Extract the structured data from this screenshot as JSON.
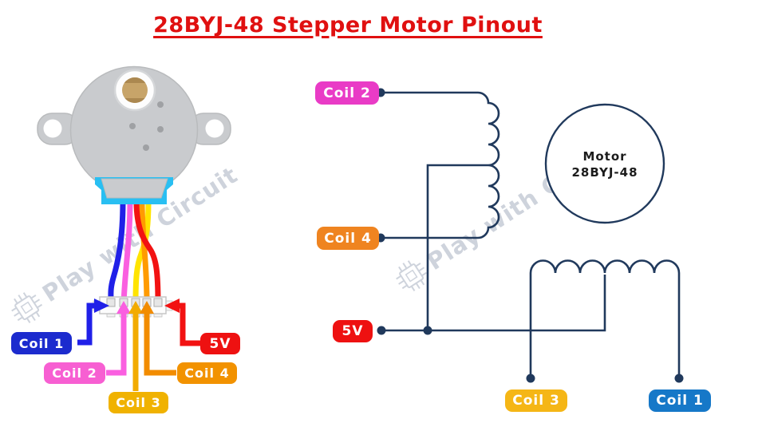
{
  "title": {
    "text": "28BYJ-48 Stepper Motor Pinout",
    "color": "#e01010"
  },
  "watermark": {
    "text": "Play with Circuit"
  },
  "motor_photo": {
    "pin_labels": {
      "coil1": {
        "text": "Coil 1",
        "bg": "#1c2bce"
      },
      "coil2": {
        "text": "Coil 2",
        "bg": "#f75fd2"
      },
      "coil3": {
        "text": "Coil 3",
        "bg": "#f0b200"
      },
      "coil4": {
        "text": "Coil 4",
        "bg": "#f29200"
      },
      "v5": {
        "text": "5V",
        "bg": "#ee1111"
      }
    },
    "wire_colors": {
      "blue": "#2020e8",
      "pink": "#fa5fe0",
      "yellow": "#ffe400",
      "orange": "#ff9b00",
      "red": "#f21212"
    }
  },
  "schematic": {
    "labels": {
      "coil2": {
        "text": "Coil 2",
        "bg": "#e93bc6"
      },
      "coil4": {
        "text": "Coil 4",
        "bg": "#ef8420"
      },
      "v5": {
        "text": "5V",
        "bg": "#ee1111"
      },
      "coil3": {
        "text": "Coil 3",
        "bg": "#f5b616"
      },
      "coil1": {
        "text": "Coil 1",
        "bg": "#1678c8"
      }
    },
    "motor": {
      "line1": "Motor",
      "line2": "28BYJ-48"
    },
    "line_color": "#20395c"
  }
}
